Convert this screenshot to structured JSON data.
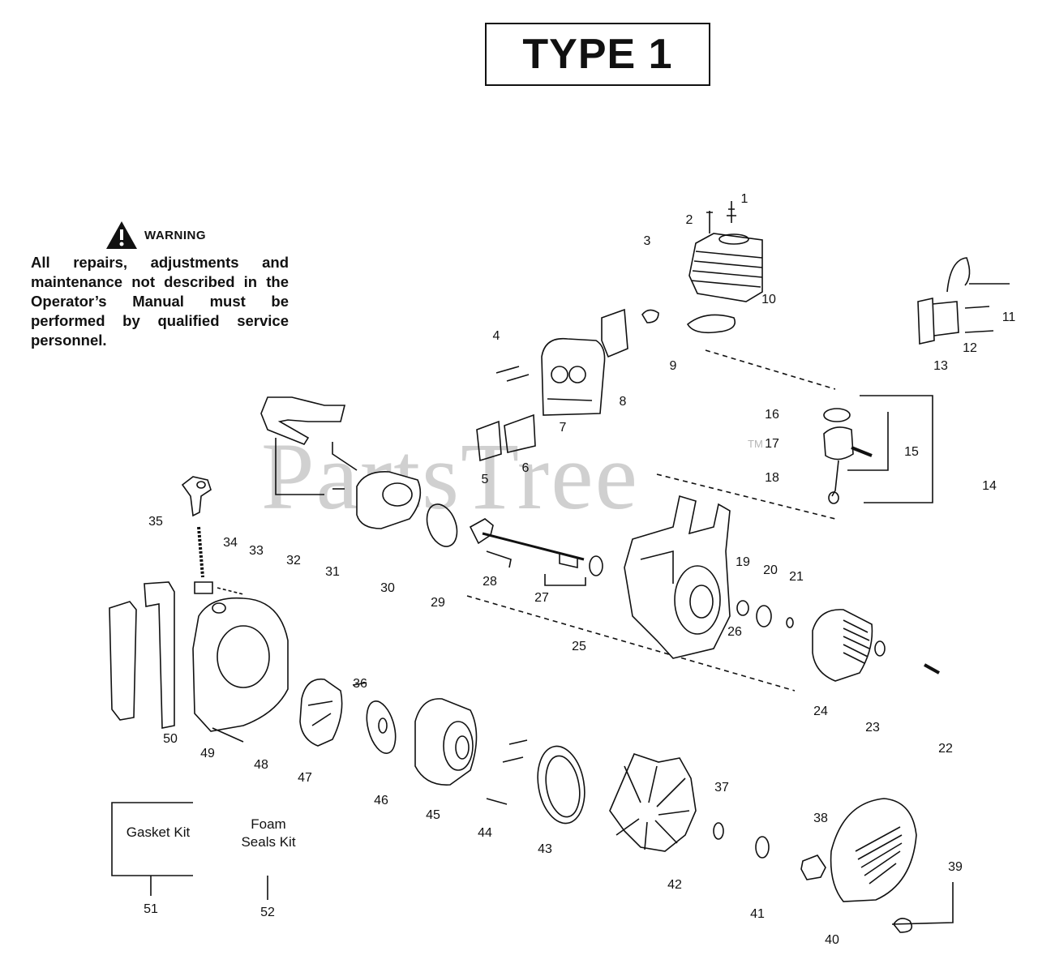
{
  "title": "TYPE 1",
  "warning": {
    "label": "WARNING",
    "text": "All repairs, adjustments and maintenance not described in the Operator’s Manual must be performed by qualified service personnel."
  },
  "watermark": "PartsTree",
  "watermark_tm": "TM",
  "kits": {
    "gasket": "Gasket Kit",
    "foam": "Foam Seals Kit"
  },
  "part_numbers": {
    "n1": "1",
    "n2": "2",
    "n3": "3",
    "n4": "4",
    "n5": "5",
    "n6": "6",
    "n7": "7",
    "n8": "8",
    "n9": "9",
    "n10": "10",
    "n11": "11",
    "n12": "12",
    "n13": "13",
    "n14": "14",
    "n15": "15",
    "n16": "16",
    "n17": "17",
    "n18": "18",
    "n19": "19",
    "n20": "20",
    "n21": "21",
    "n22": "22",
    "n23": "23",
    "n24": "24",
    "n25": "25",
    "n26": "26",
    "n27": "27",
    "n28": "28",
    "n29": "29",
    "n30": "30",
    "n31": "31",
    "n32": "32",
    "n33": "33",
    "n34": "34",
    "n35": "35",
    "n36": "36",
    "n37": "37",
    "n38": "38",
    "n39": "39",
    "n40": "40",
    "n41": "41",
    "n42": "42",
    "n43": "43",
    "n44": "44",
    "n45": "45",
    "n46": "46",
    "n47": "47",
    "n48": "48",
    "n49": "49",
    "n50": "50",
    "n51": "51",
    "n52": "52"
  }
}
